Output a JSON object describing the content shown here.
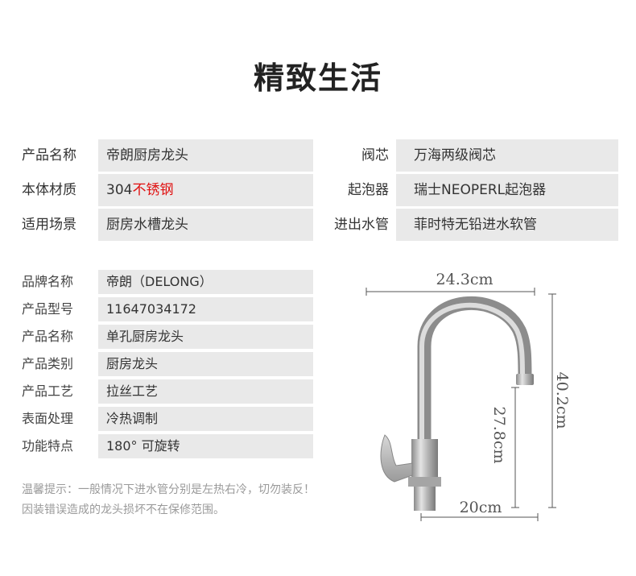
{
  "title": "精致生活",
  "spec_table": [
    {
      "label": "产品名称",
      "value": "帝朗厨房龙头"
    },
    {
      "label": "本体材质",
      "value_prefix": "304",
      "value_highlight": "不锈钢"
    },
    {
      "label": "适用场景",
      "value": "厨房水槽龙头"
    },
    {
      "label": "阀芯",
      "value": "万海两级阀芯"
    },
    {
      "label": "起泡器",
      "value": "瑞士NEOPERL起泡器"
    },
    {
      "label": "进出水管",
      "value": "菲时特无铅进水软管"
    }
  ],
  "details": [
    {
      "label": "品牌名称",
      "value": "帝朗（DELONG）"
    },
    {
      "label": "产品型号",
      "value": "11647034172"
    },
    {
      "label": "产品名称",
      "value": "单孔厨房龙头"
    },
    {
      "label": "产品类别",
      "value": "厨房龙头"
    },
    {
      "label": "产品工艺",
      "value": "拉丝工艺"
    },
    {
      "label": "表面处理",
      "value": "冷热调制"
    },
    {
      "label": "功能特点",
      "value": "180°  可旋转"
    }
  ],
  "notes": {
    "line1": "温馨提示：一般情况下进水管分别是左热右冷，切勿装反！",
    "line2": "因装错误造成的龙头损坏不在保修范围。"
  },
  "dimensions": {
    "width_top": "24.3cm",
    "height_total": "40.2cm",
    "height_spout": "27.8cm",
    "width_bottom": "20cm"
  },
  "colors": {
    "highlight": "#e01010",
    "cell_bg": "#e9e9e9"
  }
}
